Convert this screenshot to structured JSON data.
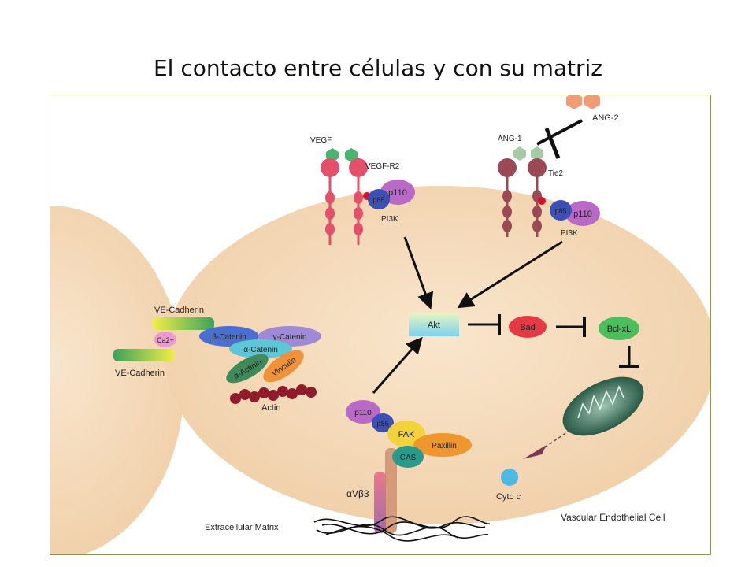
{
  "slide": {
    "title": "El contacto entre células y con su matriz"
  },
  "diagram": {
    "ligands": {
      "vegf": "VEGF",
      "ang1": "ANG-1",
      "ang2": "ANG-2"
    },
    "receptors": {
      "vegfr2": "VEGF-R2",
      "tie2": "Tie2",
      "p_mark": "P"
    },
    "pi3k": {
      "p110": "p110",
      "p85": "p85",
      "label": "PI3K"
    },
    "junction": {
      "ve_cadherin_top": "VE-Cadherin",
      "ve_cadherin_bottom": "VE-Cadherin",
      "calcium": "Ca2+",
      "beta_catenin": "β-Catenin",
      "gamma_catenin": "γ-Catenin",
      "alpha_catenin": "α-Catenin",
      "alpha_actinin": "α-Actinin",
      "vinculin": "Vinculin",
      "actin": "Actin"
    },
    "survival": {
      "akt": "Akt",
      "bad": "Bad",
      "bclxl": "Bcl-xL",
      "cyto_c": "Cyto c"
    },
    "adhesion": {
      "fak": "FAK",
      "paxillin": "Paxillin",
      "cas": "CAS",
      "integrin": "αVβ3"
    },
    "labels": {
      "ecm": "Extracellular Matrix",
      "cell": "Vascular Endothelial Cell"
    },
    "colors": {
      "cell_fill": "#f6dcbc",
      "receptor_red": "#e4506a",
      "tie2_brown": "#9b4a55",
      "pi3k_purple": "#a64fb6"
    }
  }
}
